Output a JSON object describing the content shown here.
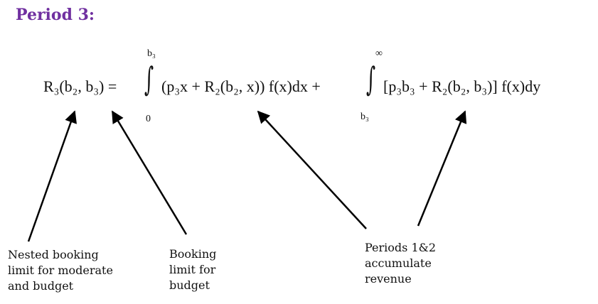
{
  "heading": {
    "text": "Period 3:",
    "color": "#7030A0"
  },
  "equation": {
    "lhs": "R₃(b₂, b₃) =",
    "term1": "(p₃x + R₂(b₂, x)) f(x)dx +",
    "term2": "[p₃b₃ + R₂(b₂, b₃)] f(x)dy",
    "integral_symbol": "∫",
    "integral1": {
      "upper": "b₃",
      "lower": "0"
    },
    "integral2": {
      "upper": "∞",
      "lower": "b₃"
    }
  },
  "annotations": [
    {
      "lines": [
        "Nested booking",
        "limit for moderate",
        "and budget"
      ]
    },
    {
      "lines": [
        "Booking",
        "limit for",
        "budget"
      ]
    },
    {
      "lines": [
        "Periods 1&2",
        "accumulate",
        "revenue"
      ]
    }
  ]
}
